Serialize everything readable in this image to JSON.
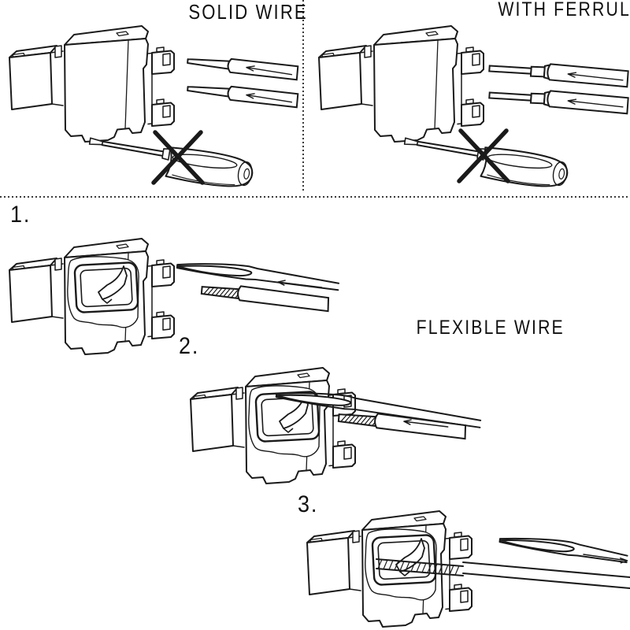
{
  "document": {
    "kind": "connector-wiring-instruction-diagram",
    "colors": {
      "background": "#ffffff",
      "line": "#1a1a1a",
      "divider": "#3a3a3a"
    }
  },
  "sections": {
    "solid_wire": {
      "title": "SOLID WIRE",
      "icons": [
        "connector-illustration",
        "solid-wire-top",
        "solid-wire-bottom",
        "insert-arrow-left",
        "crossed-out-screwdriver"
      ]
    },
    "with_ferrule": {
      "title": "WITH FERRULE",
      "icons": [
        "connector-illustration",
        "ferrule-wire-top",
        "ferrule-wire-bottom",
        "insert-arrow-left",
        "crossed-out-screwdriver"
      ]
    },
    "flexible_wire": {
      "title": "FLEXIBLE WIRE",
      "steps": [
        {
          "label": "1.",
          "icons": [
            "connector-cutaway-illustration",
            "screwdriver-blade",
            "flexible-wire",
            "insert-arrow-left"
          ]
        },
        {
          "label": "2.",
          "icons": [
            "connector-cutaway-illustration",
            "screwdriver-blade-inserted",
            "flexible-wire-entering",
            "insert-arrow-left"
          ]
        },
        {
          "label": "3.",
          "icons": [
            "connector-cutaway-illustration",
            "wire-clamped-inside",
            "screwdriver-blade-removing",
            "remove-arrow-right"
          ]
        }
      ]
    }
  }
}
